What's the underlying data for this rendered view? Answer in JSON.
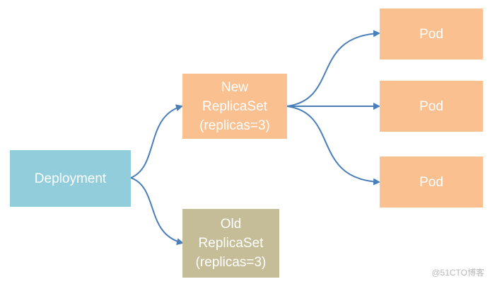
{
  "colors": {
    "deployment": "#92cddc",
    "new_replicaset": "#fac090",
    "old_replicaset": "#c4bd97",
    "pod": "#fac090",
    "edge": "#4a7ebb"
  },
  "nodes": {
    "deployment": {
      "label": "Deployment"
    },
    "new_replicaset": {
      "lines": [
        "New",
        "ReplicaSet",
        "(replicas=3)"
      ]
    },
    "old_replicaset": {
      "lines": [
        "Old",
        "ReplicaSet",
        "(replicas=3)"
      ]
    },
    "pods": [
      {
        "label": "Pod"
      },
      {
        "label": "Pod"
      },
      {
        "label": "Pod"
      }
    ]
  },
  "edges": [
    {
      "from": "deployment",
      "to": "new_replicaset"
    },
    {
      "from": "deployment",
      "to": "old_replicaset"
    },
    {
      "from": "new_replicaset",
      "to": "pod-1"
    },
    {
      "from": "new_replicaset",
      "to": "pod-2"
    },
    {
      "from": "new_replicaset",
      "to": "pod-3"
    }
  ],
  "watermark": "@51CTO博客"
}
